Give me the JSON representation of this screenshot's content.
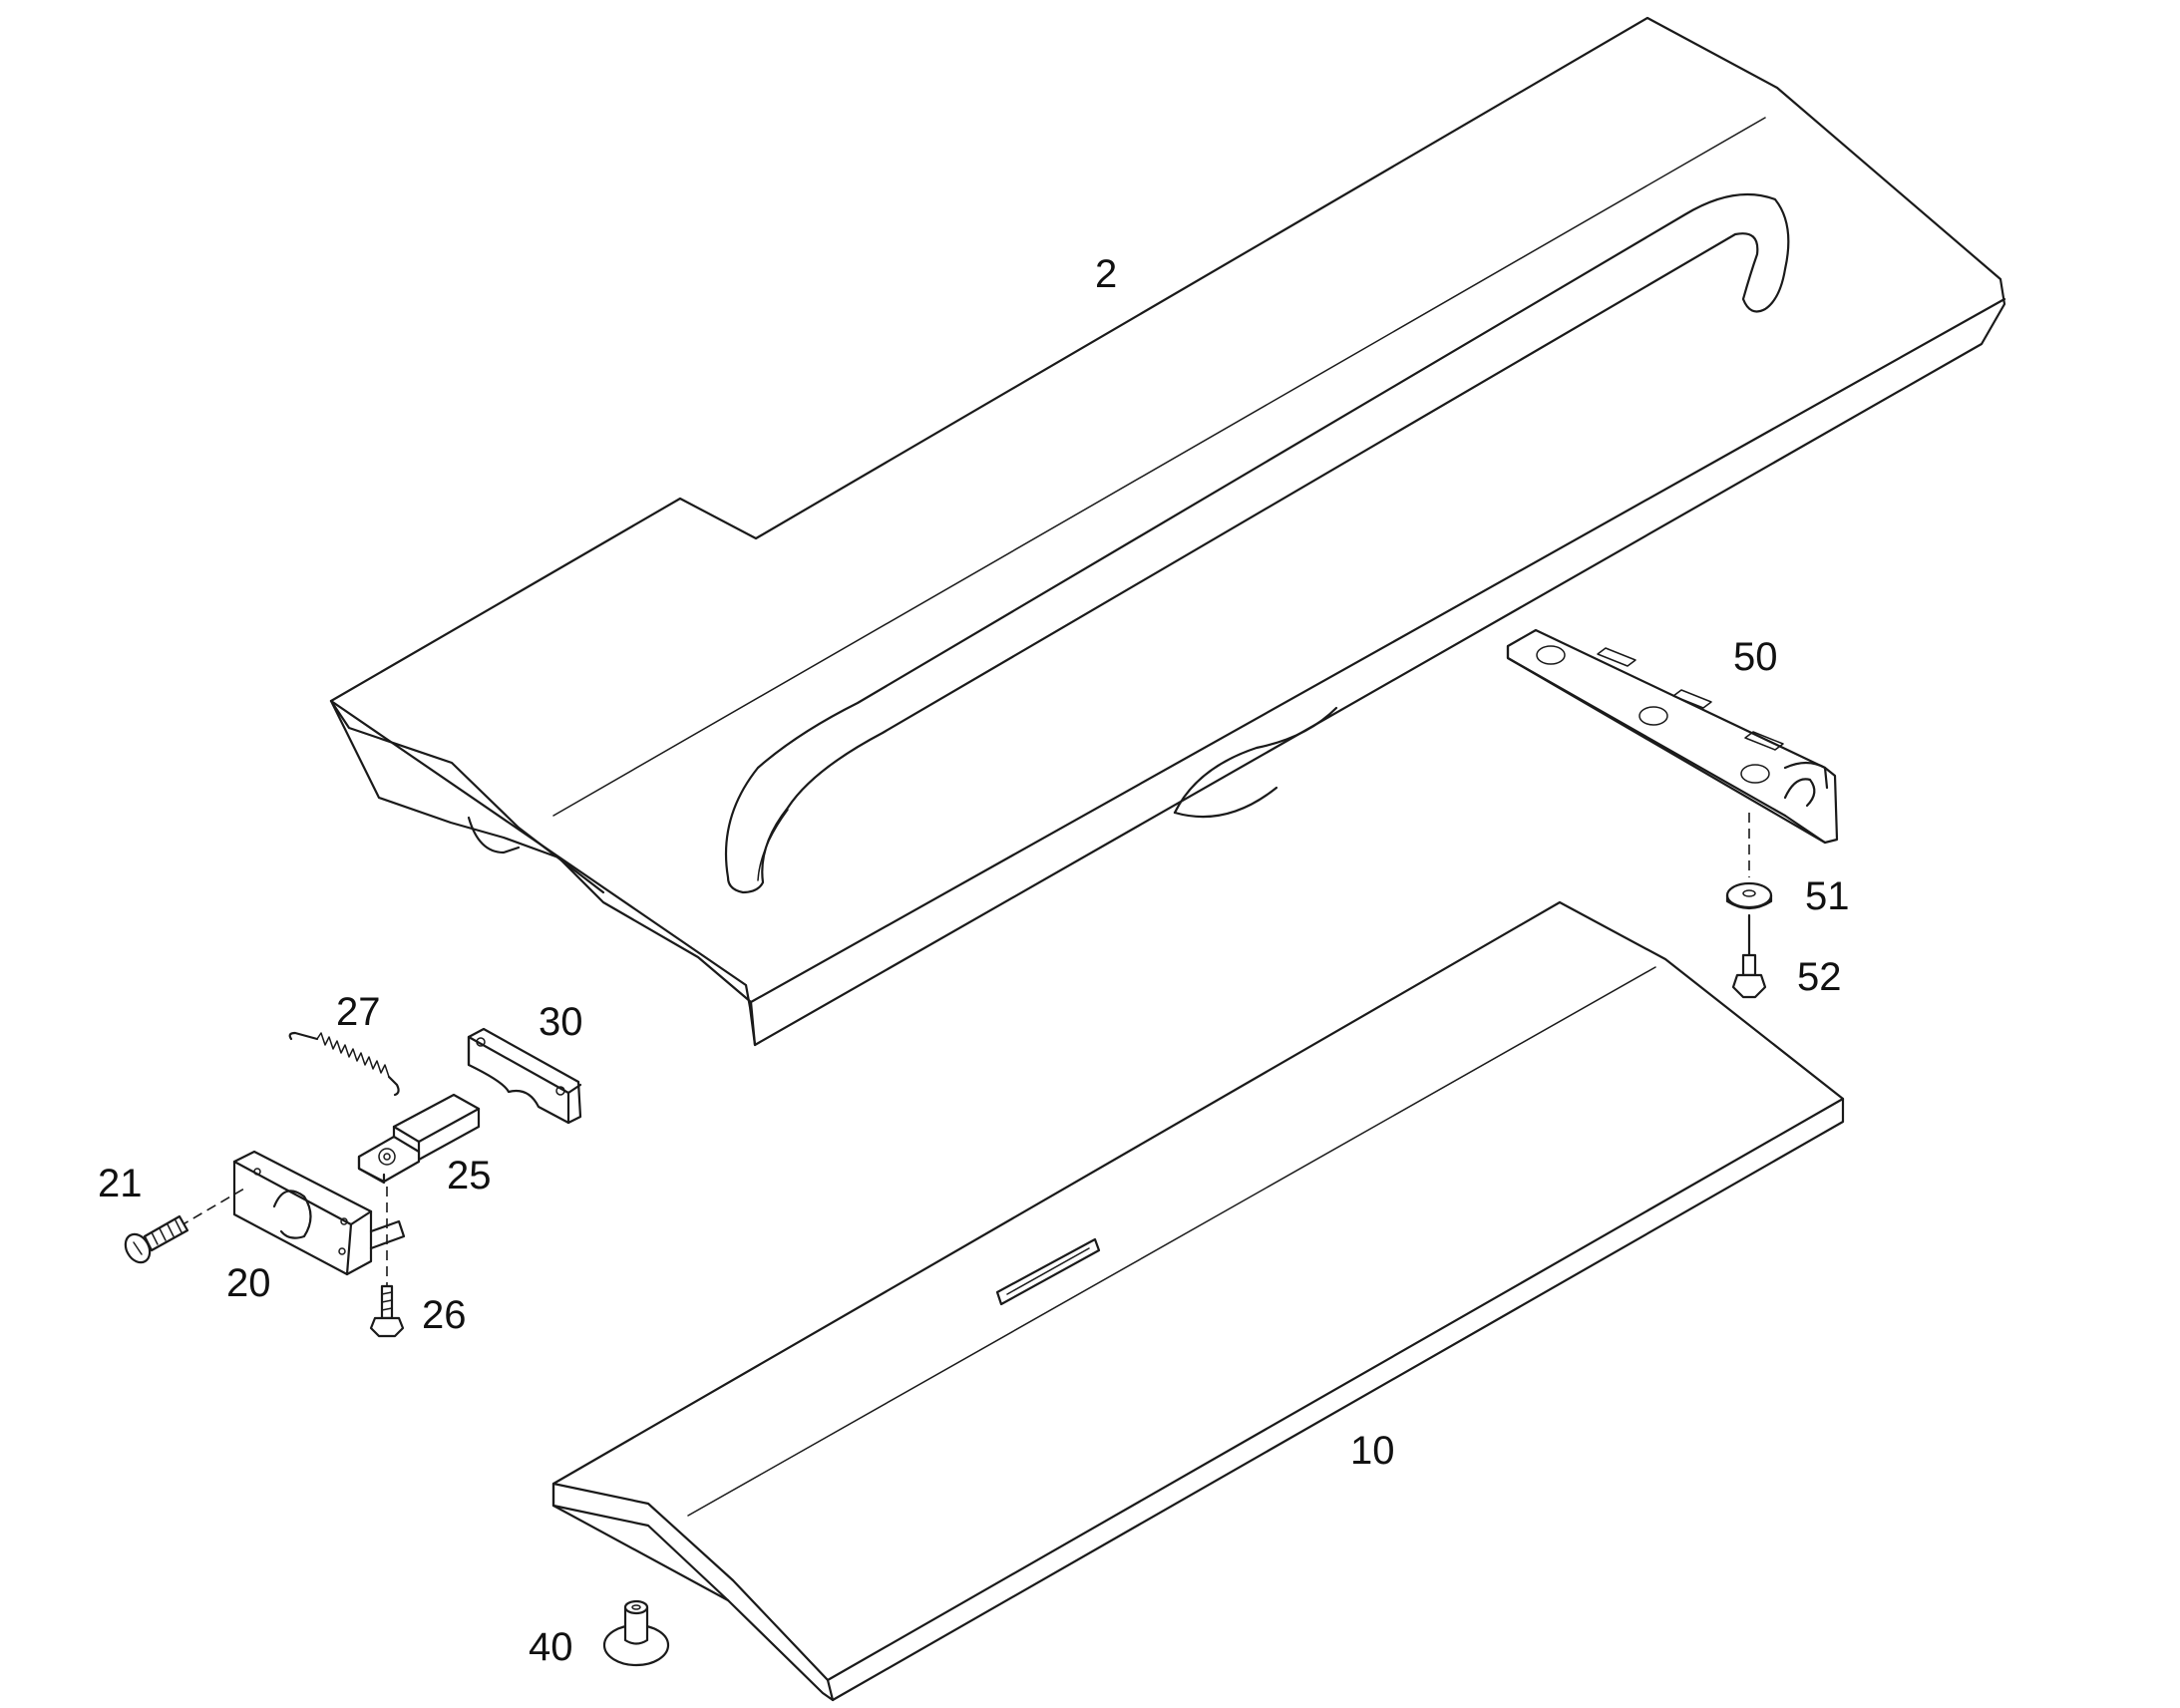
{
  "callouts": {
    "c2": "2",
    "c10": "10",
    "c20": "20",
    "c21": "21",
    "c25": "25",
    "c26": "26",
    "c27": "27",
    "c30": "30",
    "c40": "40",
    "c50": "50",
    "c51": "51",
    "c52": "52"
  },
  "colors": {
    "line": "#1a1a1a",
    "background": "#ffffff"
  }
}
